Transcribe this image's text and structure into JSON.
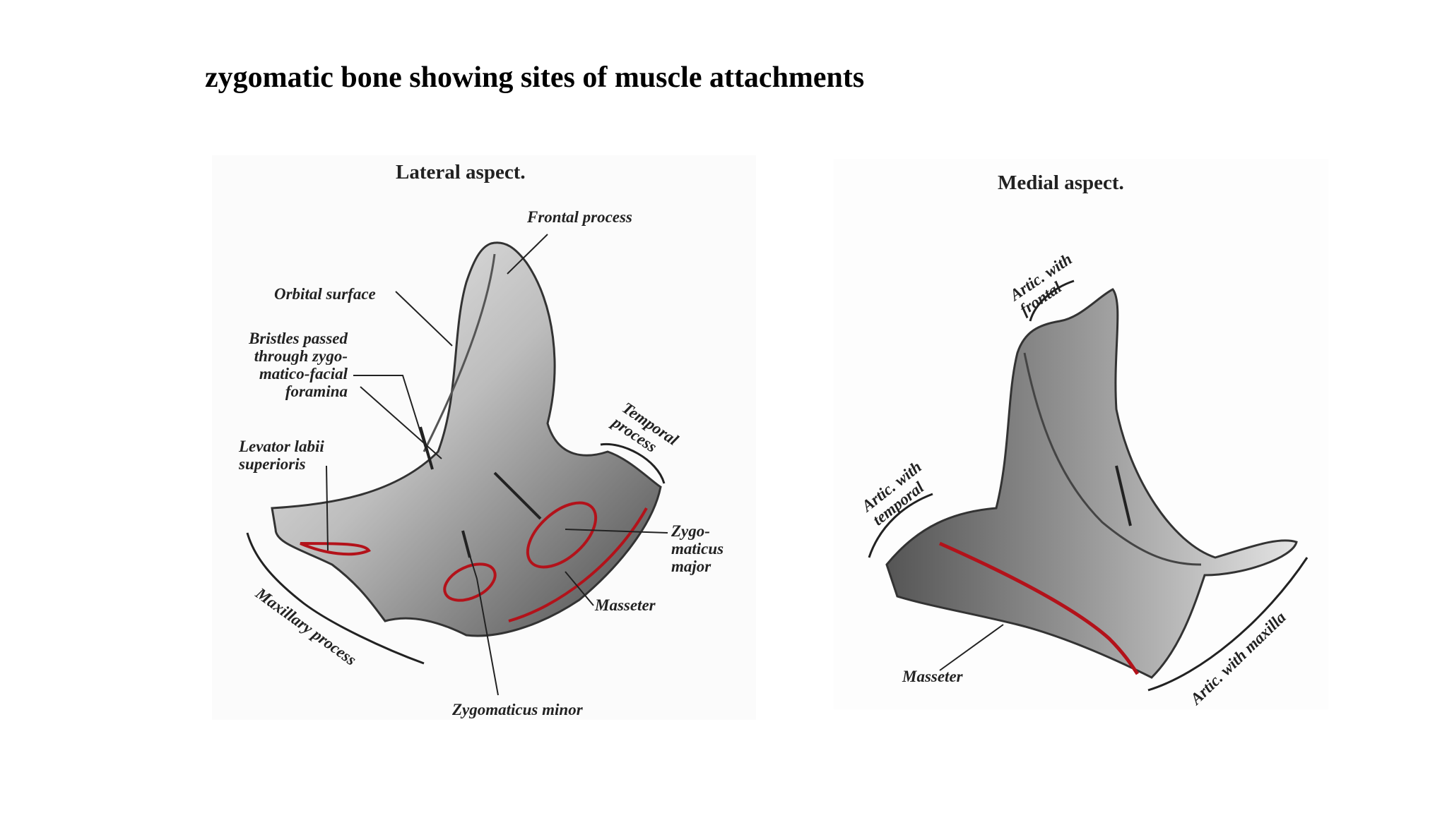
{
  "title": "zygomatic bone showing sites of muscle attachments",
  "lateral": {
    "heading": "Lateral aspect.",
    "labels": {
      "frontal_process": "Frontal process",
      "orbital_surface": "Orbital surface",
      "bristles": "Bristles passed\nthrough zygo-\nmatico-facial\nforamina",
      "levator": "Levator labii\nsuperioris",
      "temporal_process": "Temporal\nprocess",
      "zygomaticus_major": "Zygo-\nmaticus\nmajor",
      "masseter": "Masseter",
      "maxillary_process": "Maxillary process",
      "zygomaticus_minor": "Zygomaticus minor"
    }
  },
  "medial": {
    "heading": "Medial aspect.",
    "labels": {
      "artic_frontal": "Artic. with\nfrontal",
      "artic_temporal": "Artic. with\ntemporal",
      "masseter": "Masseter",
      "artic_maxilla": "Artic. with maxilla"
    }
  },
  "colors": {
    "attachment": "#b3121a",
    "bone_dark": "#3a3a3a",
    "bone_light": "#e6e6e6"
  }
}
